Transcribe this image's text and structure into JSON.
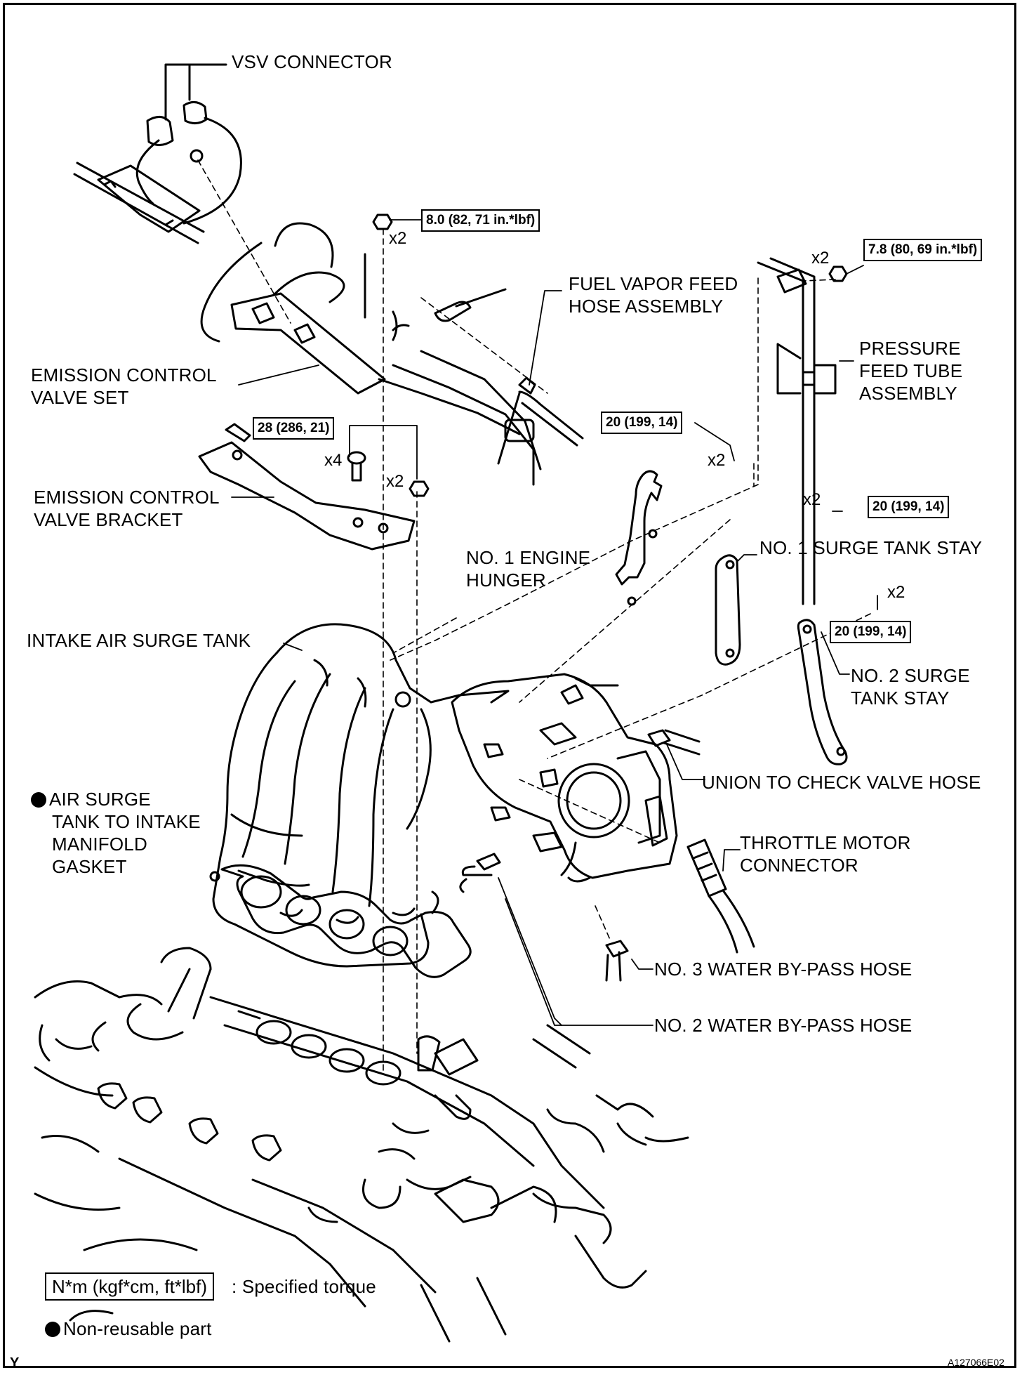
{
  "labels": {
    "vsv_connector": "VSV CONNECTOR",
    "fuel_vapor_feed_hose_1": "FUEL VAPOR FEED",
    "fuel_vapor_feed_hose_2": "HOSE ASSEMBLY",
    "emission_control_valve_set_1": "EMISSION CONTROL",
    "emission_control_valve_set_2": "VALVE SET",
    "pressure_feed_tube_1": "PRESSURE",
    "pressure_feed_tube_2": "FEED TUBE",
    "pressure_feed_tube_3": "ASSEMBLY",
    "emission_control_valve_bracket_1": "EMISSION CONTROL",
    "emission_control_valve_bracket_2": "VALVE BRACKET",
    "no1_engine_hunger_1": "NO. 1 ENGINE",
    "no1_engine_hunger_2": "HUNGER",
    "no1_surge_tank_stay": "NO. 1 SURGE TANK STAY",
    "intake_air_surge_tank": "INTAKE AIR SURGE TANK",
    "no2_surge_tank_stay_1": "NO. 2 SURGE",
    "no2_surge_tank_stay_2": "TANK STAY",
    "union_to_check_valve_hose": "UNION TO CHECK VALVE HOSE",
    "gasket_1": "AIR SURGE",
    "gasket_2": "TANK TO INTAKE",
    "gasket_3": "MANIFOLD",
    "gasket_4": "GASKET",
    "throttle_motor_connector_1": "THROTTLE MOTOR",
    "throttle_motor_connector_2": "CONNECTOR",
    "no3_water_bypass_hose": "NO. 3 WATER BY-PASS HOSE",
    "no2_water_bypass_hose": "NO. 2 WATER BY-PASS HOSE"
  },
  "torques": {
    "t_8_0": "8.0 (82, 71 in.*lbf)",
    "t_7_8": "7.8 (80, 69 in.*lbf)",
    "t_28": "28 (286, 21)",
    "t_20_a": "20 (199, 14)",
    "t_20_b": "20 (199, 14)",
    "t_20_c": "20 (199, 14)"
  },
  "counts": {
    "c_8_0": "x2",
    "c_7_8": "x2",
    "c_28_bolt": "x4",
    "c_28_nut": "x2",
    "c_20_a": "x2",
    "c_20_b": "x2",
    "c_20_c": "x2"
  },
  "legend": {
    "torque_unit": "N*m (kgf*cm, ft*lbf)",
    "torque_desc": ": Specified torque",
    "non_reusable": "Non-reusable part"
  },
  "corner": {
    "y_mark": "Y",
    "figure_code": "A127066E02"
  }
}
